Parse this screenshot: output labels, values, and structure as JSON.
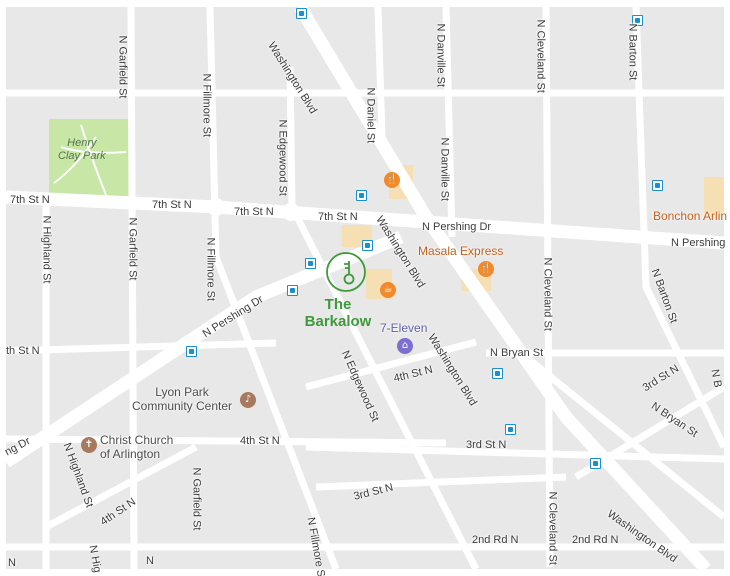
{
  "map": {
    "brand": {
      "line1": "The",
      "line2": "Barkalow",
      "color": "#3e9a3a"
    },
    "park": {
      "line1": "Henry",
      "line2": "Clay Park"
    },
    "pois": {
      "masala": "Masala Express",
      "seven_eleven": "7-Eleven",
      "bonchon": "Bonchon Arlin",
      "lyon_line1": "Lyon Park",
      "lyon_line2": "Community Center",
      "church_line1": "Christ Church",
      "church_line2": "of Arlington"
    },
    "streets": {
      "garfield": "N Garfield St",
      "fillmore": "N Fillmore St",
      "washington": "Washington Blvd",
      "daniel": "N Daniel St",
      "danville": "N Danville St",
      "cleveland": "N Cleveland St",
      "barton": "N Barton St",
      "edgewood": "N Edgewood St",
      "seventh": "7th St N",
      "pershing": "N Pershing Dr",
      "pershing_east": "N Pershing",
      "highland": "N Highland St",
      "bryan": "N Bryan St",
      "fourth": "4th St N",
      "third": "3rd St N",
      "second": "2nd Rd N",
      "th": "th St N",
      "ng": "ng Dr",
      "nb": "N B",
      "nh": "N Hig",
      "tail": "N"
    },
    "icons": {
      "food": "fork-knife-icon",
      "cafe": "coffee-cup-icon",
      "store": "shopping-basket-icon",
      "music": "music-note-icon",
      "church": "church-icon",
      "bus": "bus-stop-icon",
      "key": "key-icon"
    }
  }
}
